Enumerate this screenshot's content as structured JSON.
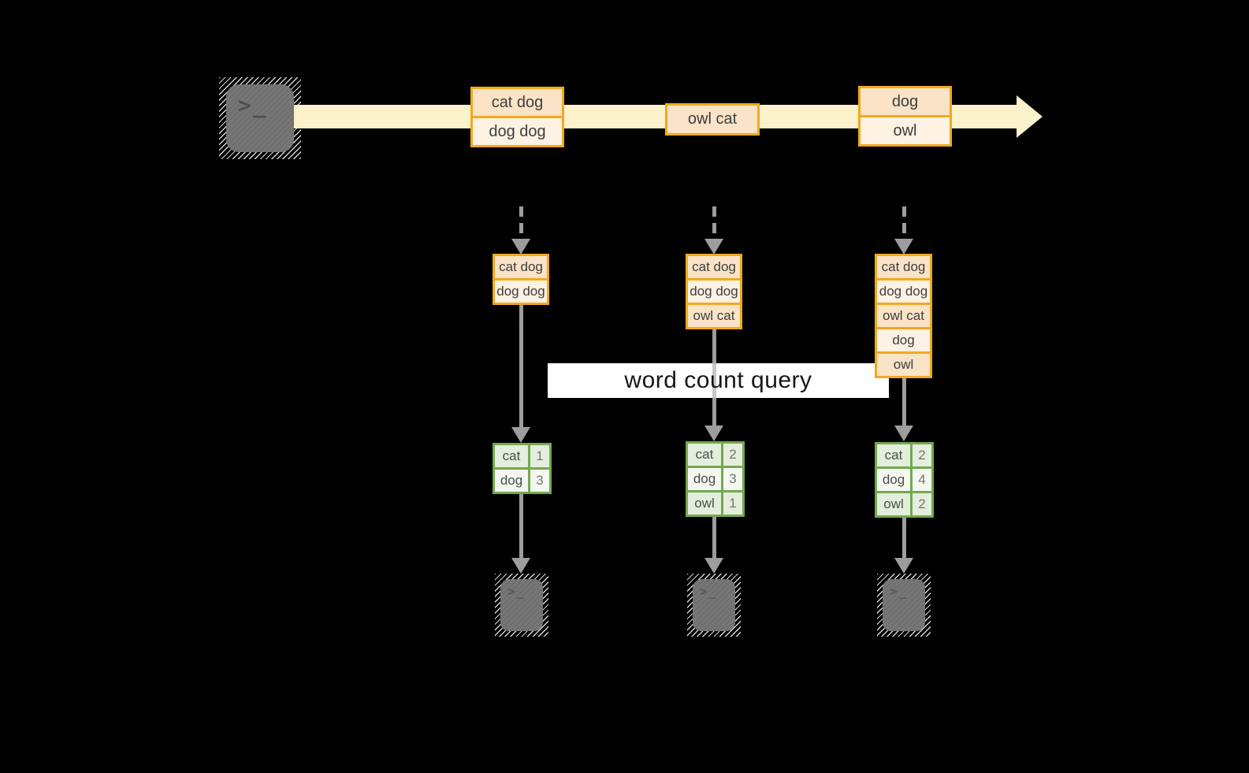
{
  "diagram": {
    "query_label": "word count query"
  },
  "stream": {
    "batches": [
      {
        "cells": [
          "cat dog",
          "dog dog"
        ]
      },
      {
        "cells": [
          "owl cat"
        ]
      },
      {
        "cells": [
          "dog",
          "owl"
        ]
      }
    ]
  },
  "columns": [
    {
      "state_cells": [
        "cat dog",
        "dog dog"
      ],
      "counts": [
        {
          "word": "cat",
          "count": "1"
        },
        {
          "word": "dog",
          "count": "3"
        }
      ]
    },
    {
      "state_cells": [
        "cat dog",
        "dog dog",
        "owl cat"
      ],
      "counts": [
        {
          "word": "cat",
          "count": "2"
        },
        {
          "word": "dog",
          "count": "3"
        },
        {
          "word": "owl",
          "count": "1"
        }
      ]
    },
    {
      "state_cells": [
        "cat dog",
        "dog dog",
        "owl cat",
        "dog",
        "owl"
      ],
      "counts": [
        {
          "word": "cat",
          "count": "2"
        },
        {
          "word": "dog",
          "count": "4"
        },
        {
          "word": "owl",
          "count": "2"
        }
      ]
    }
  ],
  "icons": {
    "source": "terminal-icon",
    "sinks": [
      "terminal-icon",
      "terminal-icon",
      "terminal-icon"
    ],
    "glyph": ">_"
  },
  "colors": {
    "background": "#000000",
    "stream_band": "#FBF1CB",
    "box_border": "#F0A91E",
    "box_fill_dark": "#FAE3C6",
    "box_fill_light": "#FDF2E3",
    "table_border": "#72A94F",
    "table_fill_dark": "#E4EEDC",
    "table_fill_light": "#F4F8F1",
    "arrow": "#9D9D9D",
    "query_band_bg": "#FFFFFF"
  }
}
